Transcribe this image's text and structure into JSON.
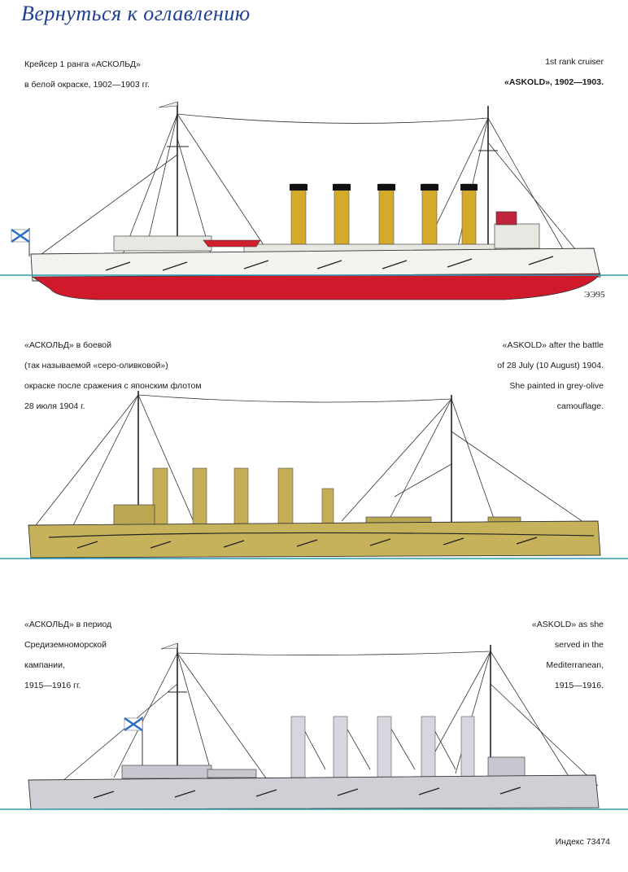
{
  "nav": {
    "back_link": "Вернуться к оглавлению"
  },
  "plates": [
    {
      "caption_ru_lines": [
        "Крейсер 1 ранга «АСКОЛЬД»",
        "в белой окраске, 1902—1903 гг."
      ],
      "caption_en_lines": [
        "1st rank cruiser",
        "«ASKOLD», 1902—1903."
      ],
      "artist_mark": "ЭЭ95",
      "colors": {
        "hull": "#f2f2ee",
        "underwater": "#d01a2c",
        "funnel": "#d4aa2a",
        "water": "#2a9ab0"
      }
    },
    {
      "caption_ru_lines": [
        "«АСКОЛЬД» в боевой",
        "(так называемой «серо-оливковой»)",
        "окраске после сражения с японским флотом",
        "28 июля 1904 г."
      ],
      "caption_en_lines": [
        "«ASKOLD» after the battle",
        "of 28 July (10 August) 1904.",
        "She painted in grey-olive",
        "camouflage."
      ],
      "colors": {
        "hull": "#c7b25c",
        "funnel": "#c4ad55",
        "water": "#2a9ab0"
      }
    },
    {
      "caption_ru_lines": [
        "«АСКОЛЬД» в период",
        "Средиземноморской",
        "кампании,",
        "1915—1916 гг."
      ],
      "caption_en_lines": [
        "«ASKOLD» as she",
        "served in the",
        "Mediterranean,",
        "1915—1916."
      ],
      "colors": {
        "hull": "#cfcfd6",
        "funnel": "#d6d6de",
        "water": "#2a9ab0"
      }
    }
  ],
  "footer": {
    "index": "Индекс 73474"
  }
}
